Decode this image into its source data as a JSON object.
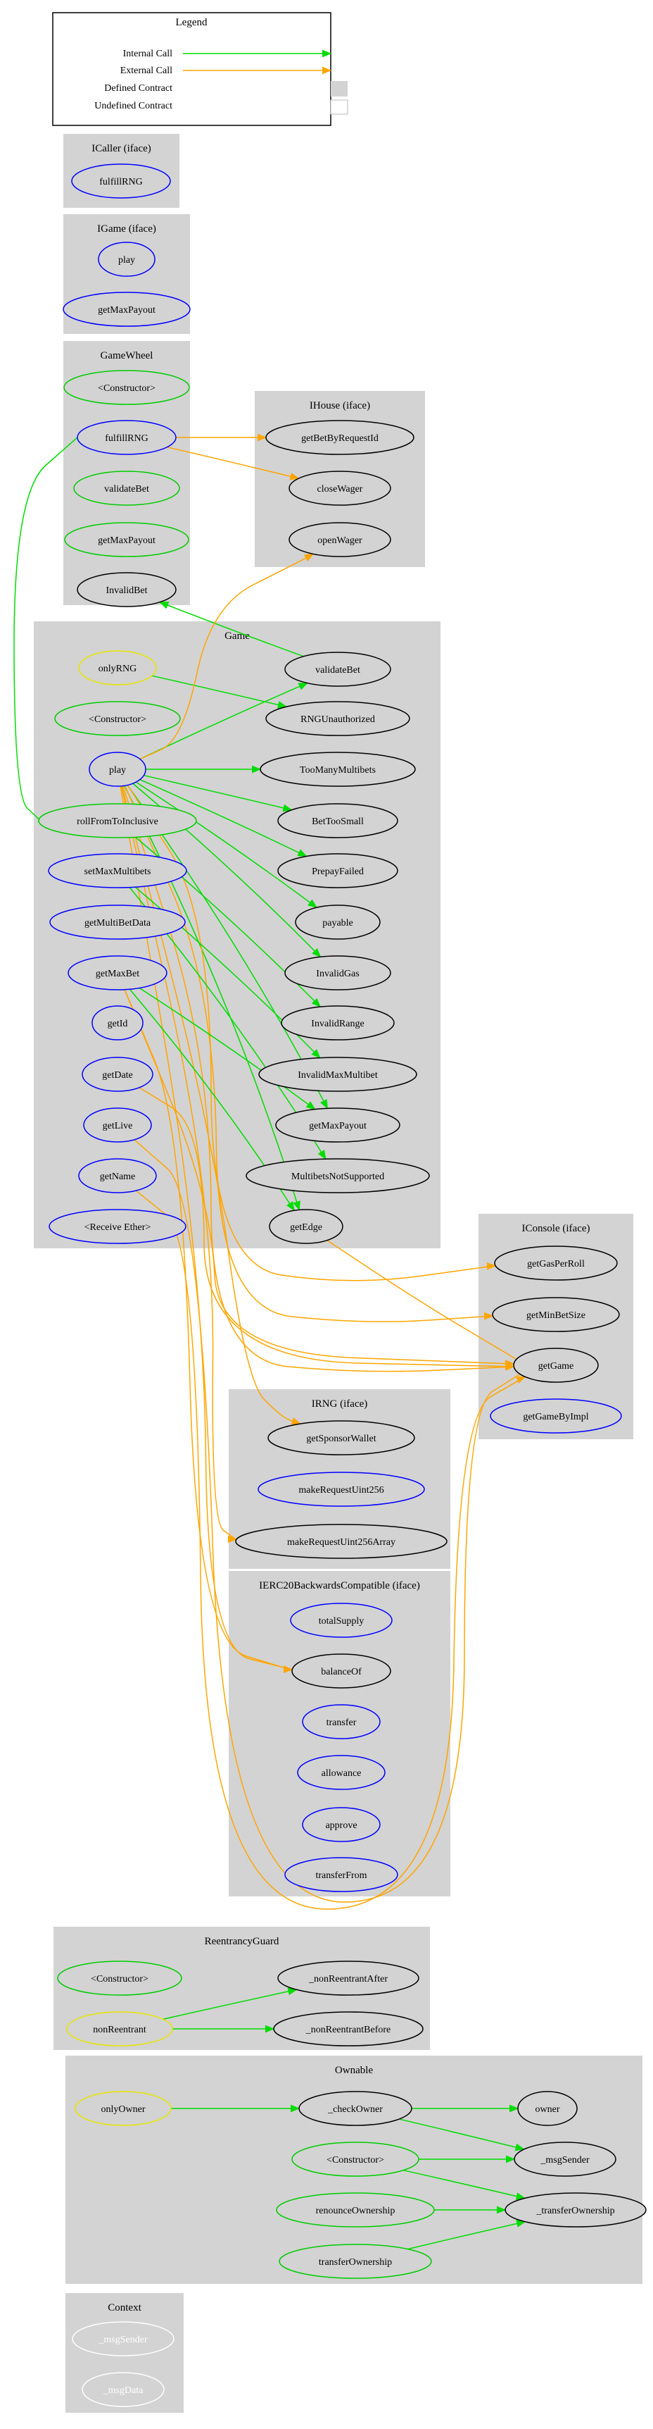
{
  "legend": {
    "title": "Legend",
    "items": [
      {
        "label": "Internal Call",
        "kind": "internal"
      },
      {
        "label": "External Call",
        "kind": "external"
      },
      {
        "label": "Defined Contract",
        "kind": "defined"
      },
      {
        "label": "Undefined Contract",
        "kind": "undefined"
      }
    ]
  },
  "colors": {
    "cluster_fill": "#d3d3d3",
    "internal_call": "#00dd00",
    "external_call": "#ffa500",
    "public": "#0000ff",
    "internal_fn": "#00cc00",
    "modifier": "#e6e600",
    "undefined": "#000000",
    "context_fn": "#ffffff"
  },
  "clusters": [
    {
      "id": "icaller",
      "label": "ICaller  (iface)",
      "nodes": [
        {
          "id": "icaller_fulfillRNG",
          "label": "fulfillRNG",
          "kind": "public"
        }
      ]
    },
    {
      "id": "igame",
      "label": "IGame  (iface)",
      "nodes": [
        {
          "id": "igame_play",
          "label": "play",
          "kind": "public"
        },
        {
          "id": "igame_getMaxPayout",
          "label": "getMaxPayout",
          "kind": "public"
        }
      ]
    },
    {
      "id": "gamewheel",
      "label": "GameWheel",
      "nodes": [
        {
          "id": "gw_constructor",
          "label": "<Constructor>",
          "kind": "internal"
        },
        {
          "id": "gw_fulfillRNG",
          "label": "fulfillRNG",
          "kind": "public"
        },
        {
          "id": "gw_validateBet",
          "label": "validateBet",
          "kind": "internal"
        },
        {
          "id": "gw_getMaxPayout",
          "label": "getMaxPayout",
          "kind": "internal"
        },
        {
          "id": "gw_InvalidBet",
          "label": "InvalidBet",
          "kind": "undefined"
        }
      ]
    },
    {
      "id": "ihouse",
      "label": "IHouse  (iface)",
      "nodes": [
        {
          "id": "ih_getBetByRequestId",
          "label": "getBetByRequestId",
          "kind": "undefined"
        },
        {
          "id": "ih_closeWager",
          "label": "closeWager",
          "kind": "undefined"
        },
        {
          "id": "ih_openWager",
          "label": "openWager",
          "kind": "undefined"
        }
      ]
    },
    {
      "id": "game",
      "label": "Game",
      "nodes": [
        {
          "id": "g_onlyRNG",
          "label": "onlyRNG",
          "kind": "modifier"
        },
        {
          "id": "g_constructor",
          "label": "<Constructor>",
          "kind": "internal"
        },
        {
          "id": "g_play",
          "label": "play",
          "kind": "public"
        },
        {
          "id": "g_rollFromToInclusive",
          "label": "rollFromToInclusive",
          "kind": "internal"
        },
        {
          "id": "g_setMaxMultibets",
          "label": "setMaxMultibets",
          "kind": "public"
        },
        {
          "id": "g_getMultiBetData",
          "label": "getMultiBetData",
          "kind": "public"
        },
        {
          "id": "g_getMaxBet",
          "label": "getMaxBet",
          "kind": "public"
        },
        {
          "id": "g_getId",
          "label": "getId",
          "kind": "public"
        },
        {
          "id": "g_getDate",
          "label": "getDate",
          "kind": "public"
        },
        {
          "id": "g_getLive",
          "label": "getLive",
          "kind": "public"
        },
        {
          "id": "g_getName",
          "label": "getName",
          "kind": "public"
        },
        {
          "id": "g_receive",
          "label": "<Receive Ether>",
          "kind": "public"
        },
        {
          "id": "g_validateBet",
          "label": "validateBet",
          "kind": "undefined"
        },
        {
          "id": "g_RNGUnauthorized",
          "label": "RNGUnauthorized",
          "kind": "undefined"
        },
        {
          "id": "g_TooManyMultibets",
          "label": "TooManyMultibets",
          "kind": "undefined"
        },
        {
          "id": "g_BetTooSmall",
          "label": "BetTooSmall",
          "kind": "undefined"
        },
        {
          "id": "g_PrepayFailed",
          "label": "PrepayFailed",
          "kind": "undefined"
        },
        {
          "id": "g_payable",
          "label": "payable",
          "kind": "undefined"
        },
        {
          "id": "g_InvalidGas",
          "label": "InvalidGas",
          "kind": "undefined"
        },
        {
          "id": "g_InvalidRange",
          "label": "InvalidRange",
          "kind": "undefined"
        },
        {
          "id": "g_InvalidMaxMultibet",
          "label": "InvalidMaxMultibet",
          "kind": "undefined"
        },
        {
          "id": "g_getMaxPayout",
          "label": "getMaxPayout",
          "kind": "undefined"
        },
        {
          "id": "g_MultibetsNotSupported",
          "label": "MultibetsNotSupported",
          "kind": "undefined"
        },
        {
          "id": "g_getEdge",
          "label": "getEdge",
          "kind": "undefined"
        }
      ]
    },
    {
      "id": "iconsole",
      "label": "IConsole  (iface)",
      "nodes": [
        {
          "id": "ic_getGasPerRoll",
          "label": "getGasPerRoll",
          "kind": "undefined"
        },
        {
          "id": "ic_getMinBetSize",
          "label": "getMinBetSize",
          "kind": "undefined"
        },
        {
          "id": "ic_getGame",
          "label": "getGame",
          "kind": "undefined"
        },
        {
          "id": "ic_getGameByImpl",
          "label": "getGameByImpl",
          "kind": "public"
        }
      ]
    },
    {
      "id": "irng",
      "label": "IRNG  (iface)",
      "nodes": [
        {
          "id": "ir_getSponsorWallet",
          "label": "getSponsorWallet",
          "kind": "undefined"
        },
        {
          "id": "ir_makeRequestUint256",
          "label": "makeRequestUint256",
          "kind": "public"
        },
        {
          "id": "ir_makeRequestUint256Array",
          "label": "makeRequestUint256Array",
          "kind": "undefined"
        }
      ]
    },
    {
      "id": "ierc20",
      "label": "IERC20BackwardsCompatible  (iface)",
      "nodes": [
        {
          "id": "ie_totalSupply",
          "label": "totalSupply",
          "kind": "public"
        },
        {
          "id": "ie_balanceOf",
          "label": "balanceOf",
          "kind": "undefined"
        },
        {
          "id": "ie_transfer",
          "label": "transfer",
          "kind": "public"
        },
        {
          "id": "ie_allowance",
          "label": "allowance",
          "kind": "public"
        },
        {
          "id": "ie_approve",
          "label": "approve",
          "kind": "public"
        },
        {
          "id": "ie_transferFrom",
          "label": "transferFrom",
          "kind": "public"
        }
      ]
    },
    {
      "id": "reentrancy",
      "label": "ReentrancyGuard",
      "nodes": [
        {
          "id": "rg_constructor",
          "label": "<Constructor>",
          "kind": "internal"
        },
        {
          "id": "rg_nonReentrant",
          "label": "nonReentrant",
          "kind": "modifier"
        },
        {
          "id": "rg_after",
          "label": "_nonReentrantAfter",
          "kind": "undefined"
        },
        {
          "id": "rg_before",
          "label": "_nonReentrantBefore",
          "kind": "undefined"
        }
      ]
    },
    {
      "id": "ownable",
      "label": "Ownable",
      "nodes": [
        {
          "id": "ow_onlyOwner",
          "label": "onlyOwner",
          "kind": "modifier"
        },
        {
          "id": "ow_checkOwner",
          "label": "_checkOwner",
          "kind": "undefined"
        },
        {
          "id": "ow_owner",
          "label": "owner",
          "kind": "undefined"
        },
        {
          "id": "ow_constructor",
          "label": "<Constructor>",
          "kind": "internal"
        },
        {
          "id": "ow_msgSender",
          "label": "_msgSender",
          "kind": "undefined"
        },
        {
          "id": "ow_renounceOwnership",
          "label": "renounceOwnership",
          "kind": "internal"
        },
        {
          "id": "ow_transferOwnership_int",
          "label": "_transferOwnership",
          "kind": "undefined"
        },
        {
          "id": "ow_transferOwnership",
          "label": "transferOwnership",
          "kind": "internal"
        }
      ]
    },
    {
      "id": "context",
      "label": "Context",
      "nodes": [
        {
          "id": "ctx_msgSender",
          "label": "_msgSender",
          "kind": "context"
        },
        {
          "id": "ctx_msgData",
          "label": "_msgData",
          "kind": "context"
        }
      ]
    }
  ],
  "edges": [
    {
      "from": "gw_fulfillRNG",
      "to": "ih_getBetByRequestId",
      "type": "external"
    },
    {
      "from": "gw_fulfillRNG",
      "to": "ih_closeWager",
      "type": "external"
    },
    {
      "from": "gw_fulfillRNG",
      "to": "g_rollFromToInclusive",
      "type": "internal"
    },
    {
      "from": "g_validateBet",
      "to": "gw_InvalidBet",
      "type": "internal"
    },
    {
      "from": "g_onlyRNG",
      "to": "g_RNGUnauthorized",
      "type": "internal"
    },
    {
      "from": "g_play",
      "to": "g_validateBet",
      "type": "internal"
    },
    {
      "from": "g_play",
      "to": "g_TooManyMultibets",
      "type": "internal"
    },
    {
      "from": "g_play",
      "to": "g_BetTooSmall",
      "type": "internal"
    },
    {
      "from": "g_play",
      "to": "g_PrepayFailed",
      "type": "internal"
    },
    {
      "from": "g_play",
      "to": "g_payable",
      "type": "internal"
    },
    {
      "from": "g_play",
      "to": "g_InvalidGas",
      "type": "internal"
    },
    {
      "from": "g_play",
      "to": "g_getMaxPayout",
      "type": "internal"
    },
    {
      "from": "g_play",
      "to": "g_getEdge",
      "type": "internal"
    },
    {
      "from": "g_play",
      "to": "ih_openWager",
      "type": "external"
    },
    {
      "from": "g_play",
      "to": "ic_getGasPerRoll",
      "type": "external"
    },
    {
      "from": "g_play",
      "to": "ic_getMinBetSize",
      "type": "external"
    },
    {
      "from": "g_play",
      "to": "ic_getGame",
      "type": "external"
    },
    {
      "from": "g_play",
      "to": "ir_getSponsorWallet",
      "type": "external"
    },
    {
      "from": "g_play",
      "to": "ir_makeRequestUint256Array",
      "type": "external"
    },
    {
      "from": "g_play",
      "to": "ie_balanceOf",
      "type": "external"
    },
    {
      "from": "g_rollFromToInclusive",
      "to": "g_InvalidRange",
      "type": "internal"
    },
    {
      "from": "g_setMaxMultibets",
      "to": "g_InvalidMaxMultibet",
      "type": "internal"
    },
    {
      "from": "g_setMaxMultibets",
      "to": "g_MultibetsNotSupported",
      "type": "internal"
    },
    {
      "from": "g_getMaxBet",
      "to": "g_getMaxPayout",
      "type": "internal"
    },
    {
      "from": "g_getMaxBet",
      "to": "g_getEdge",
      "type": "internal"
    },
    {
      "from": "g_getMaxBet",
      "to": "ic_getGame",
      "type": "external"
    },
    {
      "from": "g_getMaxBet",
      "to": "ie_balanceOf",
      "type": "external"
    },
    {
      "from": "g_getDate",
      "to": "ic_getGame",
      "type": "external"
    },
    {
      "from": "g_getLive",
      "to": "ic_getGame",
      "type": "external"
    },
    {
      "from": "g_getName",
      "to": "ic_getGame",
      "type": "external"
    },
    {
      "from": "g_getEdge",
      "to": "ic_getGame",
      "type": "external"
    },
    {
      "from": "rg_nonReentrant",
      "to": "rg_after",
      "type": "internal"
    },
    {
      "from": "rg_nonReentrant",
      "to": "rg_before",
      "type": "internal"
    },
    {
      "from": "ow_onlyOwner",
      "to": "ow_checkOwner",
      "type": "internal"
    },
    {
      "from": "ow_checkOwner",
      "to": "ow_owner",
      "type": "internal"
    },
    {
      "from": "ow_checkOwner",
      "to": "ow_msgSender",
      "type": "internal"
    },
    {
      "from": "ow_constructor",
      "to": "ow_msgSender",
      "type": "internal"
    },
    {
      "from": "ow_constructor",
      "to": "ow_transferOwnership_int",
      "type": "internal"
    },
    {
      "from": "ow_renounceOwnership",
      "to": "ow_transferOwnership_int",
      "type": "internal"
    },
    {
      "from": "ow_transferOwnership",
      "to": "ow_transferOwnership_int",
      "type": "internal"
    }
  ]
}
